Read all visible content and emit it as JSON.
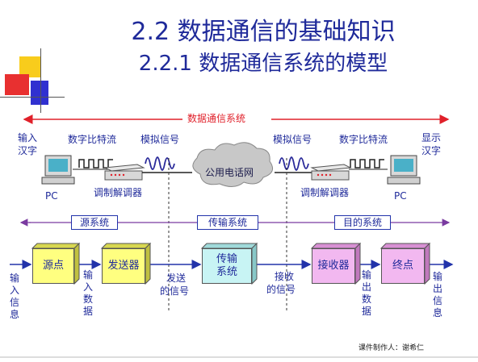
{
  "title": {
    "main": "2.2  数据通信的基础知识",
    "sub": "2.2.1 数据通信系统的模型"
  },
  "top": {
    "system_label": "数据通信系统",
    "left": {
      "input_label_1": "输入",
      "input_label_2": "汉字",
      "digital_label": "数字比特流",
      "analog_label": "模拟信号",
      "pc_label": "PC",
      "modem_label": "调制解调器"
    },
    "network_label": "公用电话网",
    "right": {
      "analog_label": "模拟信号",
      "digital_label": "数字比特流",
      "display_label_1": "显示",
      "display_label_2": "汉字",
      "pc_label": "PC",
      "modem_label": "调制解调器"
    }
  },
  "subsystems": {
    "source": "源系统",
    "transmission": "传输系统",
    "destination": "目的系统"
  },
  "chain": {
    "input_info": "输入信息",
    "source_node": "源点",
    "input_data": "输入数据",
    "transmitter": "发送器",
    "sent_signal_1": "发送",
    "sent_signal_2": "的信号",
    "transmission_system_1": "传输",
    "transmission_system_2": "系统",
    "received_signal_1": "接收",
    "received_signal_2": "的信号",
    "receiver": "接收器",
    "output_data": "输出数据",
    "destination_node": "终点",
    "output_info": "输出信息"
  },
  "footer": {
    "author": "课件制作人：谢希仁"
  },
  "colors": {
    "title": "#1f2a9a",
    "arrow_red": "#e0202a",
    "box_yellow": "#ffff80",
    "box_cyan": "#c8f4f4",
    "box_pink": "#f2b8f0",
    "line_blue": "#2233aa",
    "deco_yellow": "#f8cc1c",
    "deco_red": "#e83030",
    "deco_blue": "#3030d0"
  }
}
